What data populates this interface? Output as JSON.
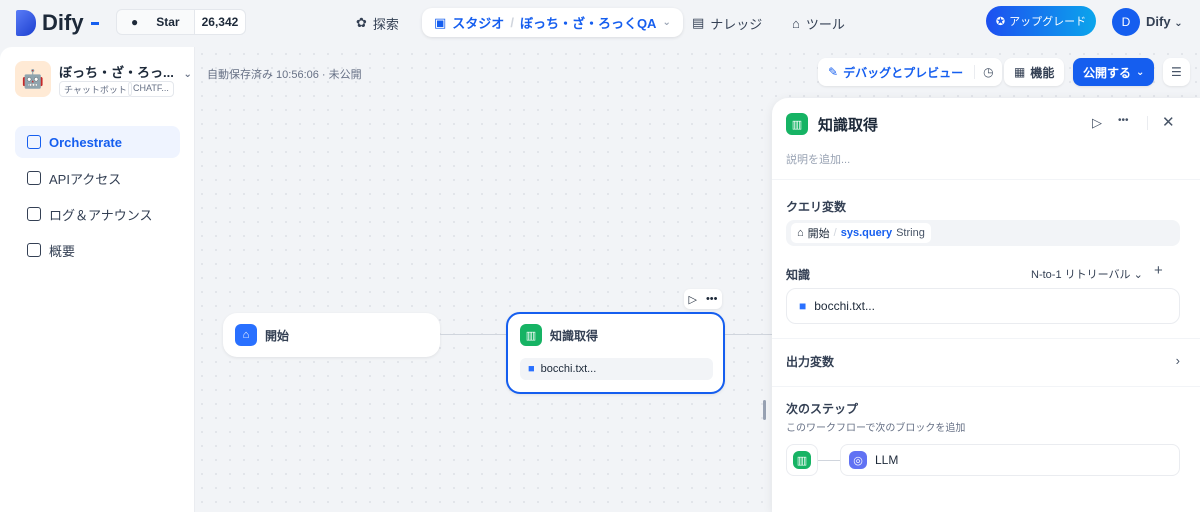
{
  "header": {
    "logo": "Dify",
    "github_star": "Star",
    "github_count": "26,342",
    "nav_explore": "探索",
    "nav_studio": "スタジオ",
    "nav_app": "ぼっち・ざ・ろっくQA",
    "nav_knowledge": "ナレッジ",
    "nav_tools": "ツール",
    "upgrade": "アップグレード",
    "avatar_initial": "D",
    "user_name": "Dify"
  },
  "sidebar": {
    "app_name": "ぼっち・ざ・ろっ...",
    "tags": [
      "チャットボット",
      "CHATF..."
    ],
    "items": [
      {
        "label": "Orchestrate",
        "active": true
      },
      {
        "label": "APIアクセス"
      },
      {
        "label": "ログ＆アナウンス"
      },
      {
        "label": "概要"
      }
    ]
  },
  "toolbar": {
    "autosave": "自動保存済み 10:56:06 · 未公開",
    "debug": "デバッグとプレビュー",
    "features": "機能",
    "publish": "公開する"
  },
  "canvas": {
    "start_node": "開始",
    "knowledge_node": "知識取得",
    "knowledge_item": "bocchi.txt..."
  },
  "panel": {
    "title": "知識取得",
    "description_placeholder": "説明を追加...",
    "query_label": "クエリ変数",
    "query_node": "開始",
    "query_var": "sys.query",
    "query_type": "String",
    "knowledge_label": "知識",
    "retrieval_mode": "N-to-1 リトリーバル",
    "knowledge_item": "bocchi.txt...",
    "output_label": "出力変数",
    "next_label": "次のステップ",
    "next_desc": "このワークフローで次のブロックを追加",
    "next_node": "LLM"
  },
  "colors": {
    "accent": "#155eef",
    "knowledge_green": "#16b364"
  }
}
